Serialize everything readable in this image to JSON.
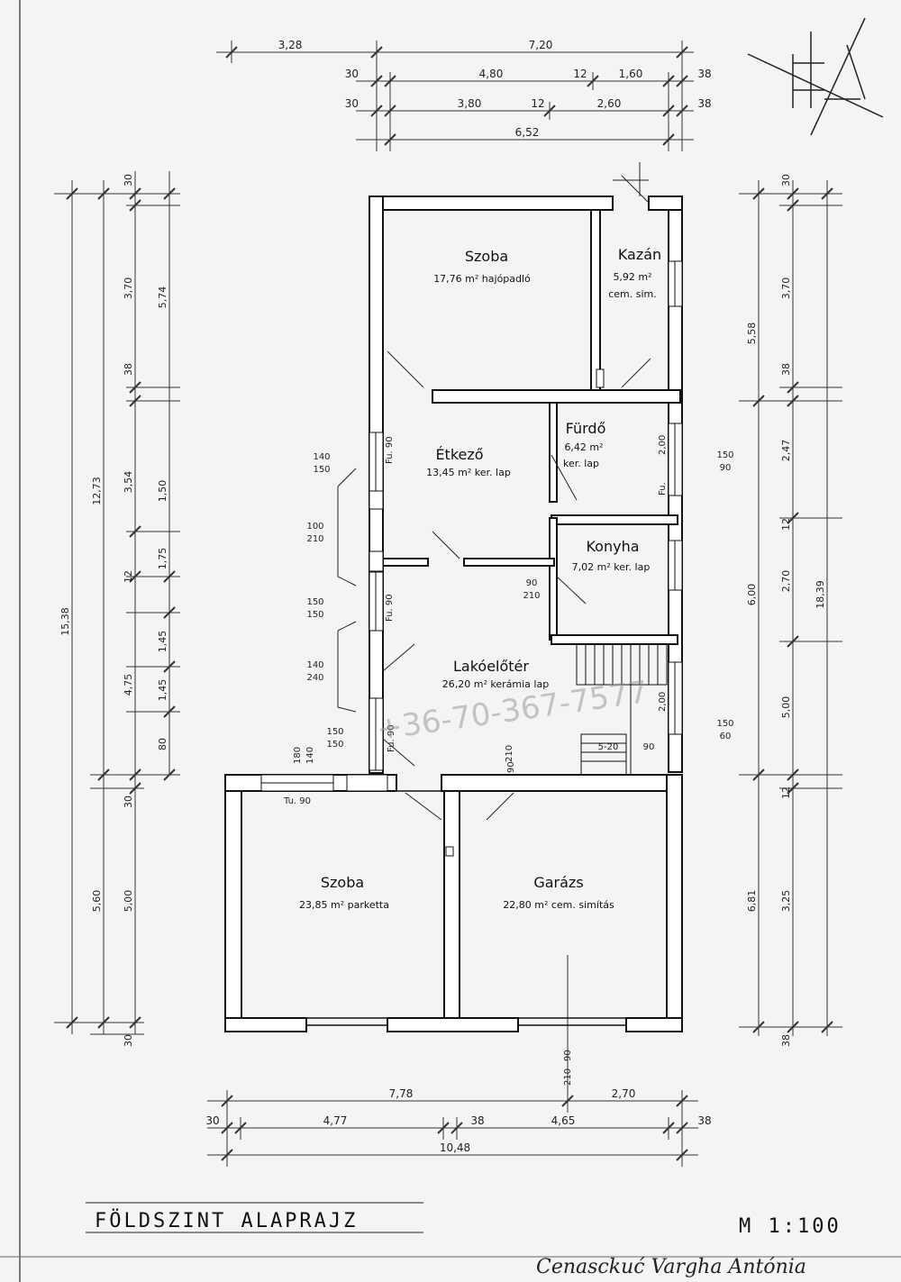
{
  "title": "FÖLDSZINT ALAPRAJZ",
  "scale": "M 1:100",
  "signature": "Cenasckuć Vargha Antónia",
  "watermark": "+36-70-367-7577",
  "top_dims": {
    "row1": [
      "3,28",
      "7,20"
    ],
    "row2": [
      "30",
      "4,80",
      "12",
      "1,60",
      "38"
    ],
    "row3": [
      "30",
      "3,80",
      "12",
      "2,60",
      "38"
    ],
    "row4": [
      "6,52"
    ]
  },
  "bottom_dims": {
    "row1": [
      "7,78",
      "2,70"
    ],
    "row2": [
      "30",
      "4,77",
      "38",
      "4,65",
      "38"
    ],
    "row3": [
      "10,48"
    ]
  },
  "left_dims": {
    "outer": [
      "15,38"
    ],
    "mid": [
      "12,73",
      "5,60"
    ],
    "inner": [
      "5,74",
      "3,54",
      "4,75",
      "5,00"
    ],
    "detail": [
      "30",
      "3,70",
      "38",
      "1,50",
      "12",
      "1,75",
      "1,45",
      "1,45",
      "80",
      "30",
      "30"
    ]
  },
  "right_dims": {
    "outer": [
      "18,39"
    ],
    "mid": [
      "5,58",
      "6,00",
      "6,81"
    ],
    "inner": [
      "30",
      "3,70",
      "38",
      "2,47",
      "12",
      "2,70",
      "5,00",
      "12",
      "3,25",
      "38"
    ]
  },
  "rooms": [
    {
      "name": "Szoba",
      "area": "17,76 m² hajópadló"
    },
    {
      "name": "Kazán",
      "area": "5,92 m²",
      "floor": "cem. sim."
    },
    {
      "name": "Étkező",
      "area": "13,45 m² ker. lap"
    },
    {
      "name": "Fürdő",
      "area": "6,42 m²",
      "floor": "ker. lap"
    },
    {
      "name": "Konyha",
      "area": "7,02 m² ker. lap"
    },
    {
      "name": "Lakóelőtér",
      "area": "26,20 m² kerámia lap"
    },
    {
      "name": "Szoba",
      "area": "23,85 m² parketta"
    },
    {
      "name": "Garázs",
      "area": "22,80 m² cem. simítás"
    }
  ],
  "openings": {
    "w1": [
      "140",
      "150"
    ],
    "w2": [
      "100",
      "210"
    ],
    "w3": [
      "150",
      "150"
    ],
    "w4": [
      "140",
      "240"
    ],
    "w5": [
      "150",
      "150"
    ],
    "w6": [
      "180",
      "140"
    ],
    "w7": [
      "150",
      "90"
    ],
    "w8": [
      "90",
      "210"
    ],
    "w9": [
      "150",
      "60"
    ],
    "w10": [
      "90",
      "210"
    ],
    "w11": [
      "90",
      "210"
    ],
    "stair": "5-20",
    "stair2": "90",
    "fu1": "Fu. 90",
    "fu2": "Fu. 90",
    "fu3": "Fu. 90",
    "fu4": "Fu.",
    "tu": "Tu. 90",
    "d200a": "2,00",
    "d200b": "2,00"
  }
}
